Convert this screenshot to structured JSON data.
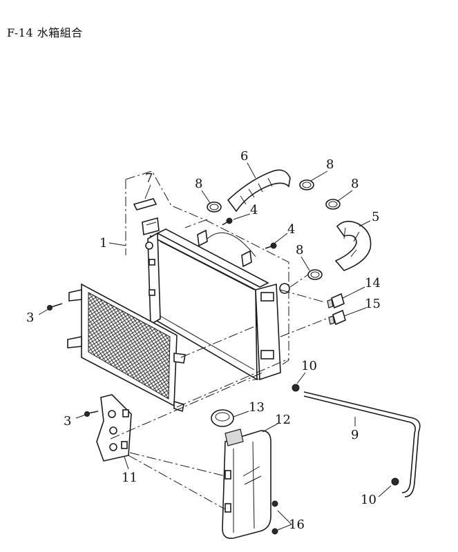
{
  "title": "F-14 水箱組合",
  "callouts": [
    {
      "id": "c1",
      "label": "1"
    },
    {
      "id": "c3a",
      "label": "3"
    },
    {
      "id": "c3b",
      "label": "3"
    },
    {
      "id": "c4a",
      "label": "4"
    },
    {
      "id": "c4b",
      "label": "4"
    },
    {
      "id": "c5",
      "label": "5"
    },
    {
      "id": "c6",
      "label": "6"
    },
    {
      "id": "c7",
      "label": "7"
    },
    {
      "id": "c8a",
      "label": "8"
    },
    {
      "id": "c8b",
      "label": "8"
    },
    {
      "id": "c8c",
      "label": "8"
    },
    {
      "id": "c8d",
      "label": "8"
    },
    {
      "id": "c9",
      "label": "9"
    },
    {
      "id": "c10a",
      "label": "10"
    },
    {
      "id": "c10b",
      "label": "10"
    },
    {
      "id": "c11",
      "label": "11"
    },
    {
      "id": "c12",
      "label": "12"
    },
    {
      "id": "c13",
      "label": "13"
    },
    {
      "id": "c14",
      "label": "14"
    },
    {
      "id": "c15",
      "label": "15"
    },
    {
      "id": "c16",
      "label": "16"
    }
  ]
}
